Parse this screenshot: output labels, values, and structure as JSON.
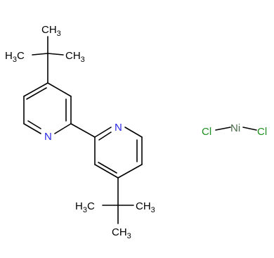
{
  "molecule": {
    "top_tbutyl": {
      "methyl_top": "CH",
      "methyl_top_sub": "3",
      "methyl_left": "H",
      "methyl_left_sub": "3",
      "methyl_left_c": "C",
      "methyl_right": "CH",
      "methyl_right_sub": "3"
    },
    "bottom_tbutyl": {
      "methyl_left": "H",
      "methyl_left_sub": "3",
      "methyl_left_c": "C",
      "methyl_right": "CH",
      "methyl_right_sub": "3",
      "methyl_bottom": "CH",
      "methyl_bottom_sub": "3"
    },
    "ring_left_nitrogen": "N",
    "ring_right_nitrogen": "N"
  },
  "metal_salt": {
    "chloride_left": "Cl",
    "metal": "Ni",
    "chloride_right": "Cl"
  },
  "colors": {
    "nitrogen": "#2828e6",
    "chlorine": "#1f8f1f",
    "nickel": "#4a6b4a",
    "carbon": "#000000"
  }
}
